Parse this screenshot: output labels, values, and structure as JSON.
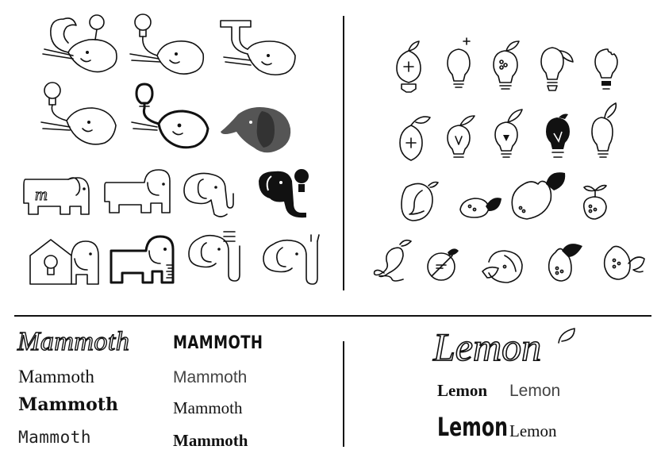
{
  "wordmarks": {
    "mammoth": {
      "script_outline": "Mammoth",
      "condensed_caps": "MAMMOTH",
      "serif_regular": "Mammoth",
      "light_sans": "Mammoth",
      "slab_bold": "Mammoth",
      "serif_book": "Mammoth",
      "techno": "Mammoth",
      "serif_bold": "Mammoth"
    },
    "lemon": {
      "script_outline": "Lemon",
      "serif_bold": "Lemon",
      "light_sans": "Lemon",
      "condensed_bold": "Lemon",
      "serif_book": "Lemon"
    }
  },
  "colors": {
    "ink": "#111111",
    "gray": "#555555",
    "background": "#ffffff"
  }
}
